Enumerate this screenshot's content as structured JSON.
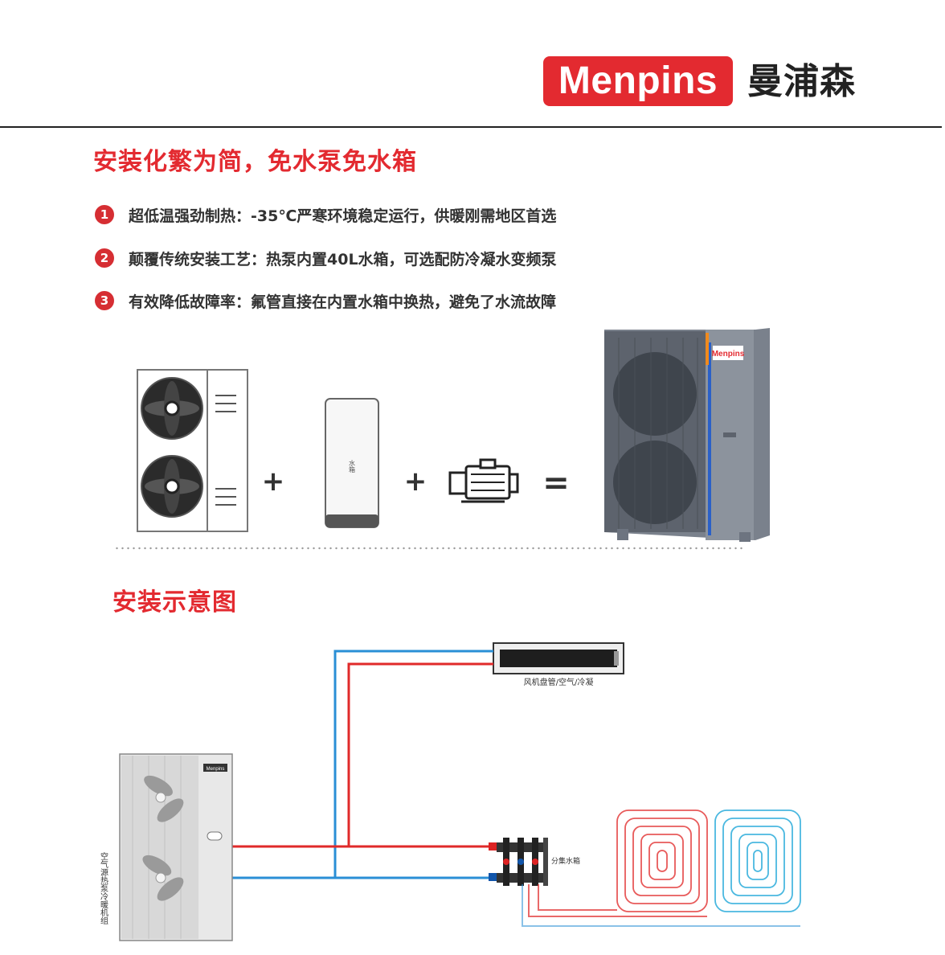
{
  "header": {
    "brand_en": "Menpins",
    "brand_cn": "曼浦森"
  },
  "section1": {
    "title": "安装化繁为简，免水泵免水箱",
    "features": [
      {
        "num": "1",
        "text": "超低温强劲制热：-35℃严寒环境稳定运行，供暖刚需地区首选"
      },
      {
        "num": "2",
        "text": "颠覆传统安装工艺：热泵内置40L水箱，可选配防冷凝水变频泵"
      },
      {
        "num": "3",
        "text": "有效降低故障率：氟管直接在内置水箱中换热，避免了水流故障"
      }
    ],
    "equation": {
      "plus1": "+",
      "plus2": "+",
      "equals": "=",
      "tank_label": "水箱",
      "unit_badge": "Menpins"
    }
  },
  "section2": {
    "title": "安装示意图",
    "fan_coil_label": "风机盘管/空气/冷凝",
    "manifold_label": "分集水箱",
    "outdoor_unit_label": "空气源热泵冷暖机组",
    "outdoor_badge": "Menpins"
  },
  "colors": {
    "brand_red": "#e32a30",
    "pipe_red": "#e02a2a",
    "pipe_blue": "#2a8fd6",
    "unit_gray": "#6d7480",
    "accent_orange": "#f08a1c"
  }
}
